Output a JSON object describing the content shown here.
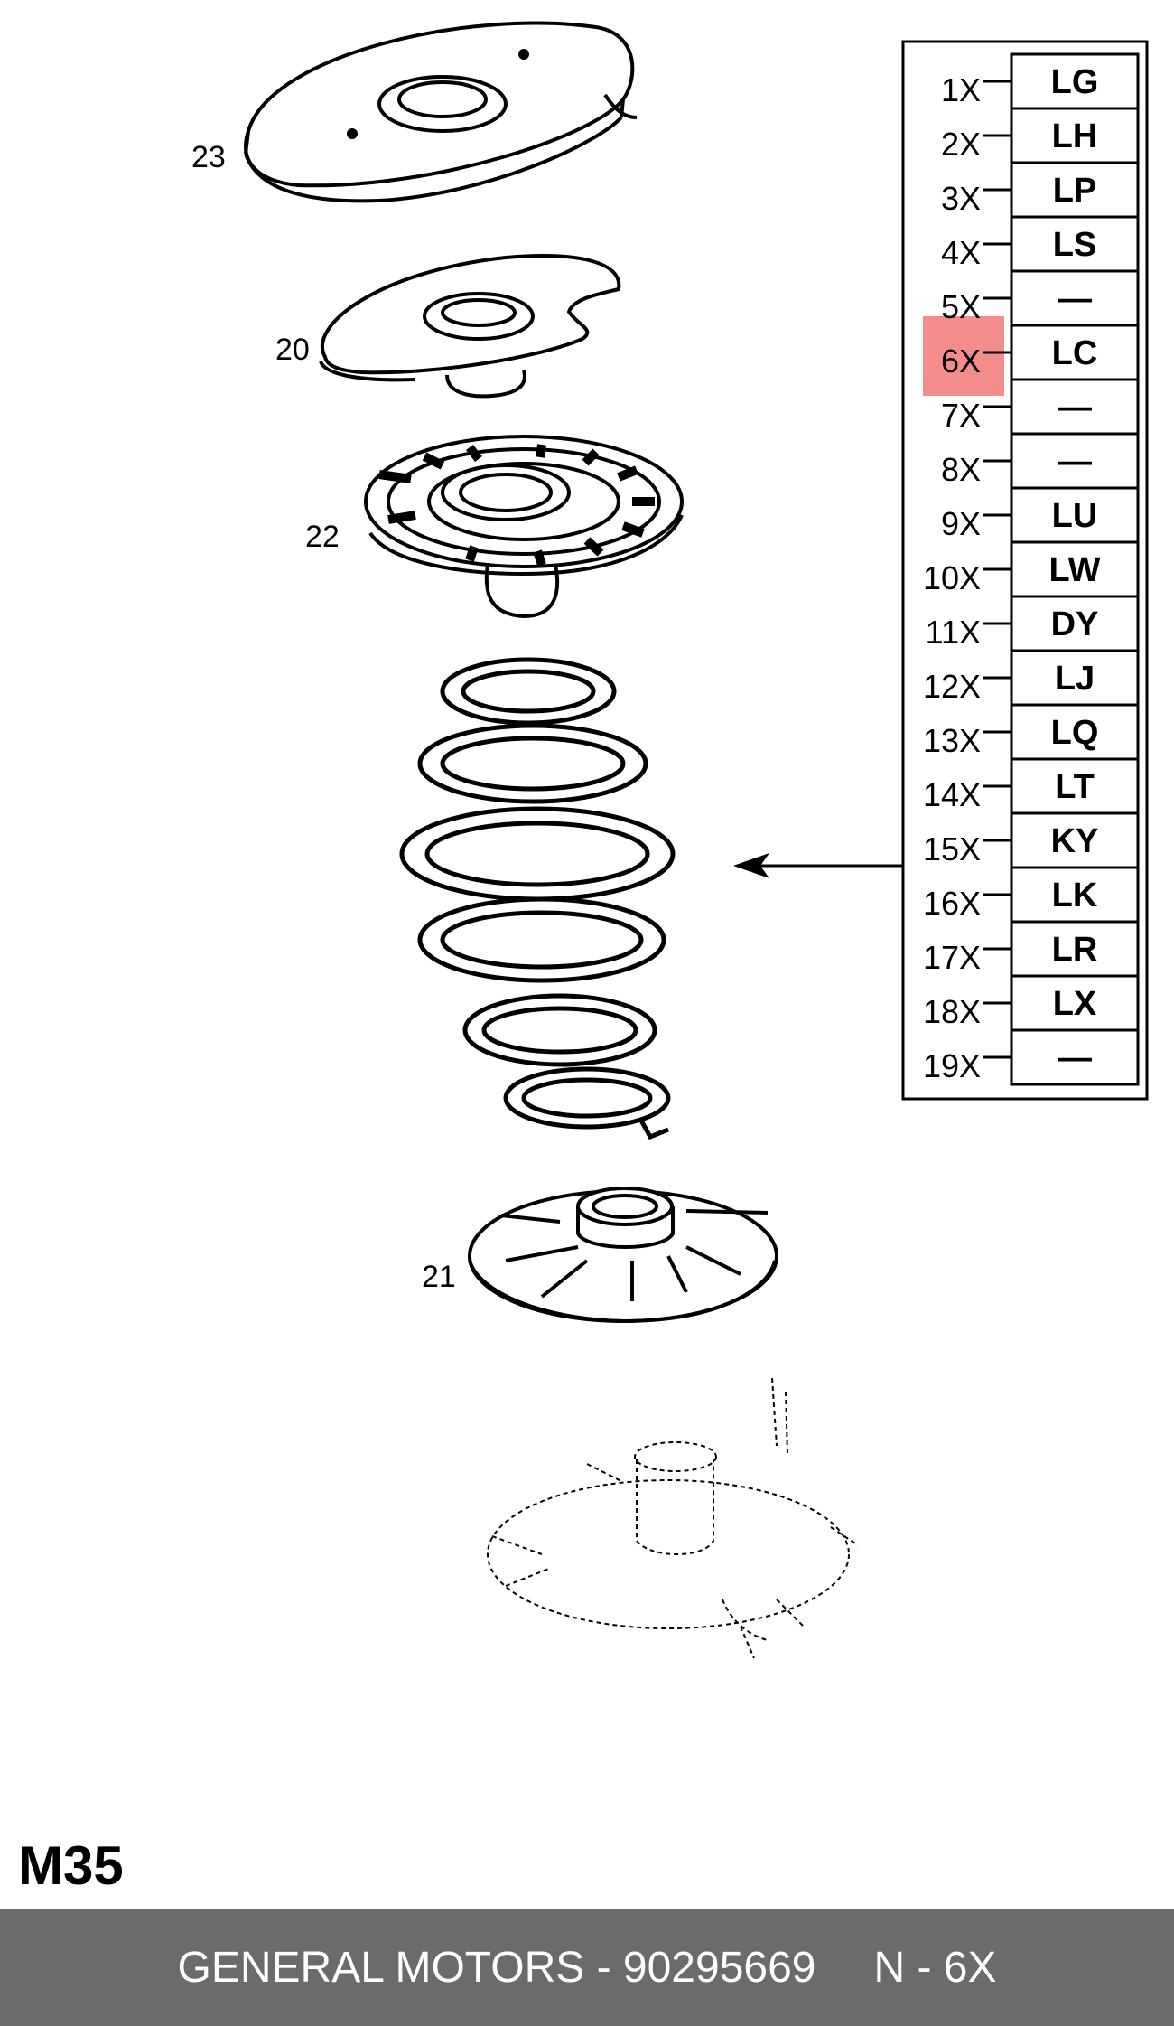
{
  "diagram": {
    "callouts": [
      "23",
      "20",
      "22",
      "21"
    ],
    "variant_table": [
      {
        "qty": "1X",
        "code": "LG"
      },
      {
        "qty": "2X",
        "code": "LH"
      },
      {
        "qty": "3X",
        "code": "LP"
      },
      {
        "qty": "4X",
        "code": "LS"
      },
      {
        "qty": "5X",
        "code": "—"
      },
      {
        "qty": "6X",
        "code": "LC"
      },
      {
        "qty": "7X",
        "code": "—"
      },
      {
        "qty": "8X",
        "code": "—"
      },
      {
        "qty": "9X",
        "code": "LU"
      },
      {
        "qty": "10X",
        "code": "LW"
      },
      {
        "qty": "11X",
        "code": "DY"
      },
      {
        "qty": "12X",
        "code": "LJ"
      },
      {
        "qty": "13X",
        "code": "LQ"
      },
      {
        "qty": "14X",
        "code": "LT"
      },
      {
        "qty": "15X",
        "code": "KY"
      },
      {
        "qty": "16X",
        "code": "LK"
      },
      {
        "qty": "17X",
        "code": "LR"
      },
      {
        "qty": "18X",
        "code": "LX"
      },
      {
        "qty": "19X",
        "code": "—"
      }
    ],
    "highlighted_row": "6X",
    "highlight_color": "#f07070",
    "sheet_code": "M35"
  },
  "footer": {
    "part_text": "GENERAL MOTORS - 90295669",
    "variant_text": "N - 6X"
  }
}
